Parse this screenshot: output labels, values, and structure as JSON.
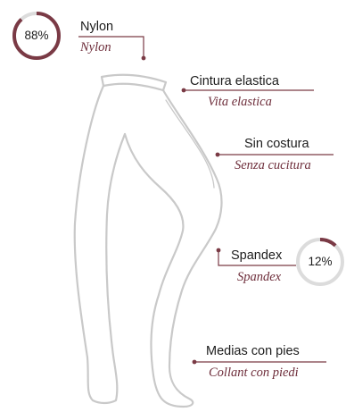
{
  "colors": {
    "accent": "#7a3a45",
    "ring_track": "#dcdcdc",
    "outline": "#c9c9c9"
  },
  "badges": {
    "nylon": {
      "value": "88%",
      "fraction": 0.88
    },
    "spandex": {
      "value": "12%",
      "fraction": 0.12
    }
  },
  "labels": {
    "nylon": {
      "es": "Nylon",
      "it": "Nylon"
    },
    "waist": {
      "es": "Cintura elastica",
      "it": "Vita elastica"
    },
    "seamless": {
      "es": "Sin costura",
      "it": "Senza cucitura"
    },
    "spandex": {
      "es": "Spandex",
      "it": "Spandex"
    },
    "feet": {
      "es": "Medias con pies",
      "it": "Collant con piedi"
    }
  }
}
